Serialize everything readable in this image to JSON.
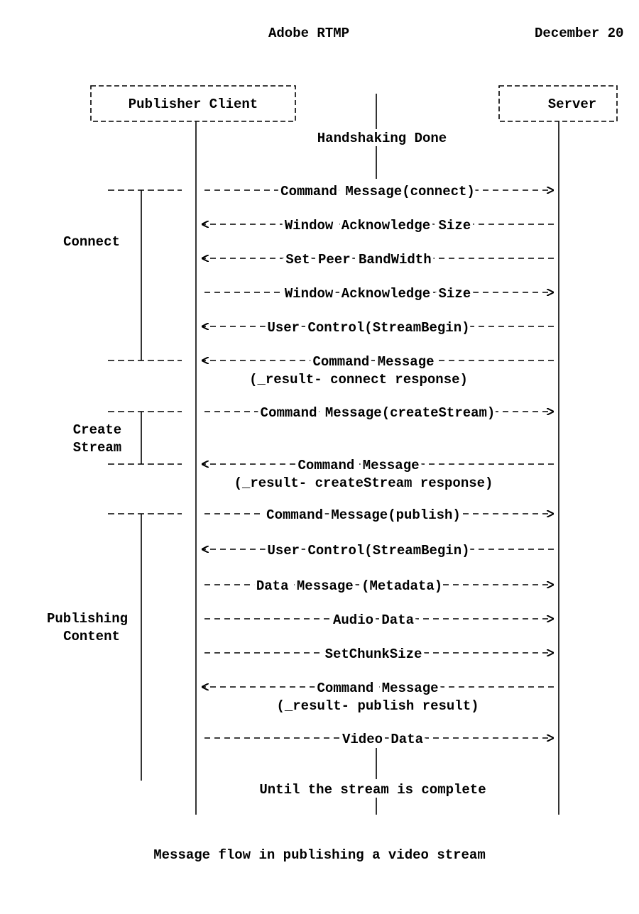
{
  "header": {
    "title": "Adobe RTMP",
    "date": "December 20"
  },
  "participants": {
    "client": "Publisher Client",
    "server": "Server"
  },
  "phases": [
    {
      "lines": [
        "Connect"
      ]
    },
    {
      "lines": [
        "Create",
        "Stream"
      ]
    },
    {
      "lines": [
        "Publishing",
        "Content"
      ]
    }
  ],
  "center_notes": {
    "handshake": "Handshaking Done",
    "complete": "Until the stream is complete"
  },
  "messages": [
    {
      "direction": "right",
      "label": "Command Message(connect)"
    },
    {
      "direction": "left",
      "label": "Window Acknowledge Size"
    },
    {
      "direction": "left",
      "label": "Set Peer BandWidth"
    },
    {
      "direction": "right",
      "label": "Window Acknowledge Size"
    },
    {
      "direction": "left",
      "label": "User Control(StreamBegin)"
    },
    {
      "direction": "left",
      "label": "Command Message",
      "note": "(_result- connect response)"
    },
    {
      "direction": "right",
      "label": "Command Message(createStream)"
    },
    {
      "direction": "left",
      "label": "Command Message",
      "note": "(_result- createStream response)"
    },
    {
      "direction": "right",
      "label": "Command Message(publish)"
    },
    {
      "direction": "left",
      "label": "User Control(StreamBegin)"
    },
    {
      "direction": "right",
      "label": "Data Message (Metadata)"
    },
    {
      "direction": "right",
      "label": "Audio Data"
    },
    {
      "direction": "right",
      "label": "SetChunkSize"
    },
    {
      "direction": "left",
      "label": "Command Message",
      "note": "(_result- publish result)"
    },
    {
      "direction": "right",
      "label": "Video Data"
    }
  ],
  "caption": "Message flow in publishing a video stream"
}
